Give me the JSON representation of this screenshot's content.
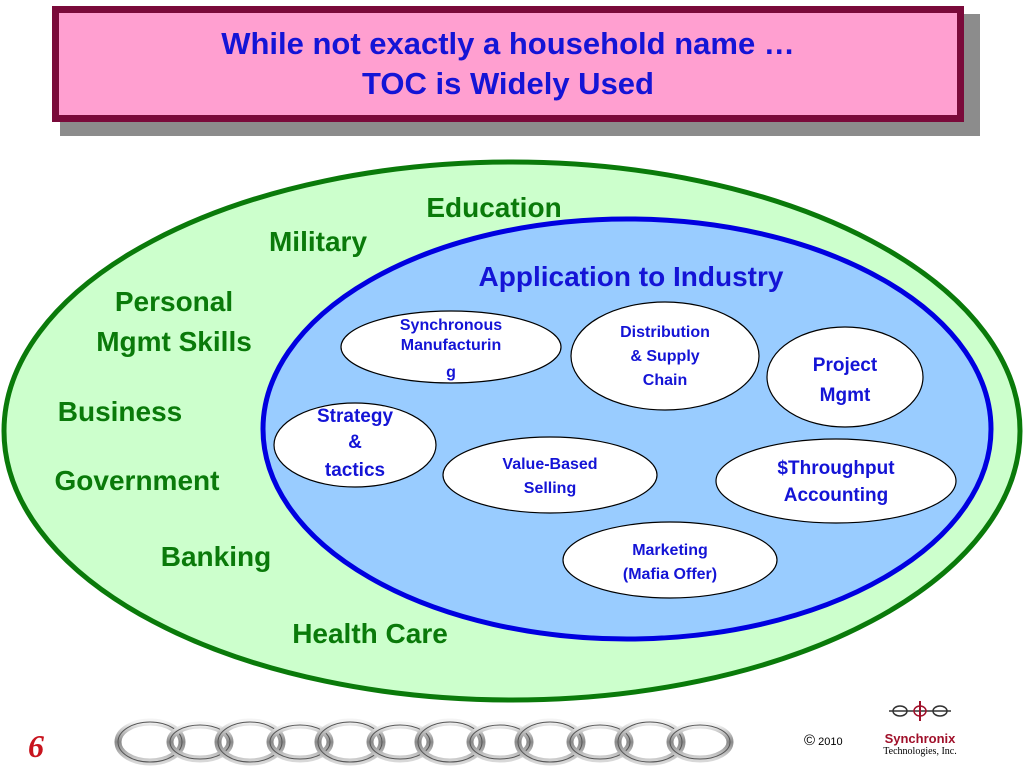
{
  "title": {
    "line1": "While not exactly a household name …",
    "line2": "TOC is Widely Used"
  },
  "outer_labels": [
    "Education",
    "Military",
    "Personal",
    "Mgmt Skills",
    "Business",
    "Government",
    "Banking",
    "Health Care"
  ],
  "inner_title": "Application to Industry",
  "nodes": {
    "synchronous_manufacturing": [
      "Synchronous",
      "Manufacturin",
      "g"
    ],
    "distribution_supply_chain": [
      "Distribution",
      "& Supply",
      "Chain"
    ],
    "project_mgmt": [
      "Project",
      "Mgmt"
    ],
    "strategy_tactics": [
      "Strategy",
      "&",
      "tactics"
    ],
    "value_based_selling": [
      "Value-Based",
      "Selling"
    ],
    "throughput_accounting": [
      "$Throughput",
      "Accounting"
    ],
    "marketing": [
      "Marketing",
      "(Mafia Offer)"
    ]
  },
  "footer": {
    "page_number": "6",
    "copyright_symbol": "©",
    "year": "2010",
    "company": "Synchronix",
    "company_sub": "Technologies, Inc."
  },
  "colors": {
    "title_border": "#7a0a3a",
    "title_fill": "#ff9fd0",
    "title_text": "#1414d6",
    "outer_fill": "#ccffcc",
    "outer_stroke": "#0a7a0a",
    "inner_fill": "#99ccff",
    "inner_stroke": "#0000e0",
    "label_green": "#0a7a0a",
    "label_blue": "#1414d6",
    "page_number": "#c8141e"
  }
}
